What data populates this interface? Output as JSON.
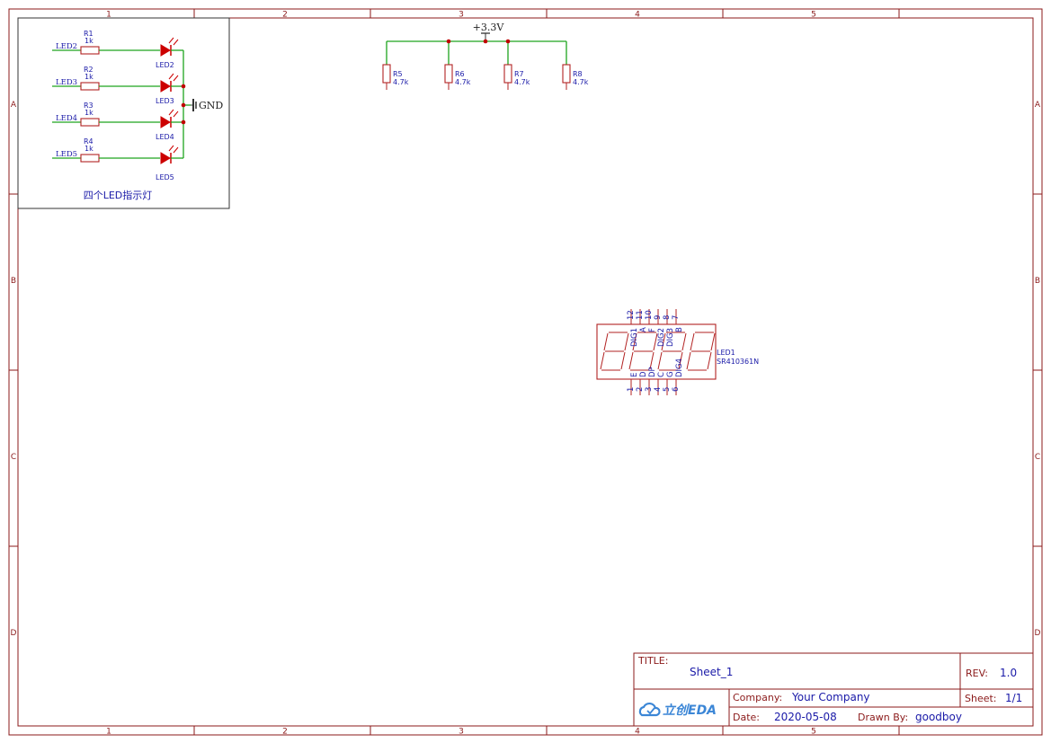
{
  "ruler": {
    "columns": [
      "1",
      "2",
      "3",
      "4",
      "5"
    ],
    "rows": [
      "A",
      "B",
      "C",
      "D"
    ]
  },
  "led_block": {
    "caption": "四个LED指示灯",
    "ground_label": "GND",
    "rows": [
      {
        "net": "LED2",
        "res": "R1",
        "val": "1k",
        "led": "LED2"
      },
      {
        "net": "LED3",
        "res": "R2",
        "val": "1k",
        "led": "LED3"
      },
      {
        "net": "LED4",
        "res": "R3",
        "val": "1k",
        "led": "LED4"
      },
      {
        "net": "LED5",
        "res": "R4",
        "val": "1k",
        "led": "LED5"
      }
    ]
  },
  "pullups": {
    "supply_label": "+3.3V",
    "resistors": [
      {
        "ref": "R5",
        "val": "4.7k"
      },
      {
        "ref": "R6",
        "val": "4.7k"
      },
      {
        "ref": "R7",
        "val": "4.7k"
      },
      {
        "ref": "R8",
        "val": "4.7k"
      }
    ]
  },
  "display": {
    "ref": "LED1",
    "part": "SR410361N",
    "top_pins": [
      {
        "num": "12",
        "name": "DIG1"
      },
      {
        "num": "11",
        "name": "A"
      },
      {
        "num": "10",
        "name": "F"
      },
      {
        "num": "9",
        "name": "DIG2"
      },
      {
        "num": "8",
        "name": "DIG3"
      },
      {
        "num": "7",
        "name": "B"
      }
    ],
    "bottom_pins": [
      {
        "num": "1",
        "name": "E"
      },
      {
        "num": "2",
        "name": "D"
      },
      {
        "num": "3",
        "name": "DP"
      },
      {
        "num": "4",
        "name": "C"
      },
      {
        "num": "5",
        "name": "G"
      },
      {
        "num": "6",
        "name": "DIG4"
      }
    ]
  },
  "title_block": {
    "title_key": "TITLE:",
    "title": "Sheet_1",
    "rev_key": "REV:",
    "rev": "1.0",
    "company_key": "Company:",
    "company": "Your Company",
    "sheet_key": "Sheet:",
    "sheet": "1/1",
    "date_key": "Date:",
    "date": "2020-05-08",
    "drawn_key": "Drawn By:",
    "drawn": "goodboy",
    "logo_text": "立创EDA"
  }
}
